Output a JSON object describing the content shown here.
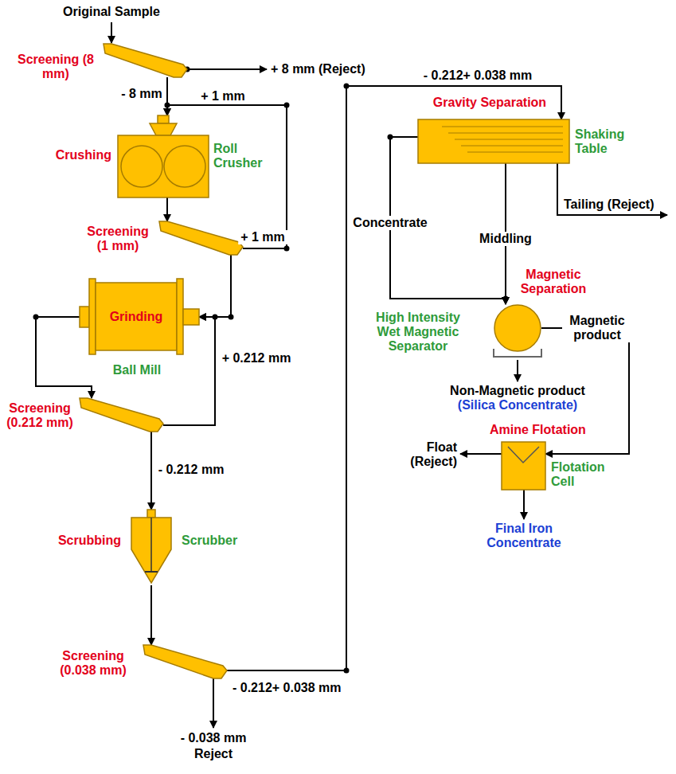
{
  "diagram": {
    "nodes": [
      {
        "text": [
          "Screening (8 mm)"
        ]
      },
      {
        "text": [
          "Crushing",
          "Roll Crusher"
        ]
      },
      {
        "text": [
          "Screening (1 mm)"
        ]
      },
      {
        "text": [
          "Grinding",
          "Ball Mill"
        ]
      },
      {
        "text": [
          "Screening (0.212 mm)"
        ]
      },
      {
        "text": [
          "Scrubbing",
          "Scrubber"
        ]
      },
      {
        "text": [
          "Screening (0.038 mm)"
        ]
      },
      {
        "text": [
          "Gravity Separation",
          "Shaking Table"
        ]
      },
      {
        "text": [
          "Magnetic Separation",
          "High Intensity Wet Magnetic Separator"
        ]
      },
      {
        "text": [
          "Amine Flotation",
          "Flotation Cell"
        ]
      }
    ],
    "edges": [
      {
        "from": 0,
        "to": 1,
        "label": "- 8 mm",
        "arrow": "to"
      },
      {
        "from": 1,
        "to": 2,
        "arrow": "to"
      },
      {
        "from": 2,
        "to": 1,
        "label": "+ 1 mm",
        "arrow": "to"
      },
      {
        "from": 2,
        "to": 3,
        "arrow": "to"
      },
      {
        "from": 3,
        "to": 4,
        "arrow": "to"
      },
      {
        "from": 4,
        "to": 3,
        "label": "+ 0.212 mm",
        "arrow": "to"
      },
      {
        "from": 4,
        "to": 5,
        "label": "- 0.212 mm",
        "arrow": "to"
      },
      {
        "from": 5,
        "to": 6,
        "arrow": "to"
      },
      {
        "from": 6,
        "to": 7,
        "label": "- 0.212+ 0.038 mm",
        "arrow": "to"
      },
      {
        "from": 7,
        "to": 8,
        "label": "Concentrate",
        "arrow": "to"
      },
      {
        "from": 7,
        "to": 8,
        "label": "Middling",
        "arrow": "to"
      },
      {
        "from": 8,
        "to": 9,
        "label": "Magnetic product",
        "arrow": "to"
      }
    ],
    "labels": [
      "Original Sample",
      "+ 8 mm (Reject)",
      "+ 1 mm",
      "- 0.212+ 0.038 mm",
      "- 0.038 mm",
      "Reject",
      "Tailing (Reject)",
      "Non-Magnetic product",
      "(Silica Concentrate)",
      "Float (Reject)",
      "Final Iron Concentrate"
    ]
  }
}
